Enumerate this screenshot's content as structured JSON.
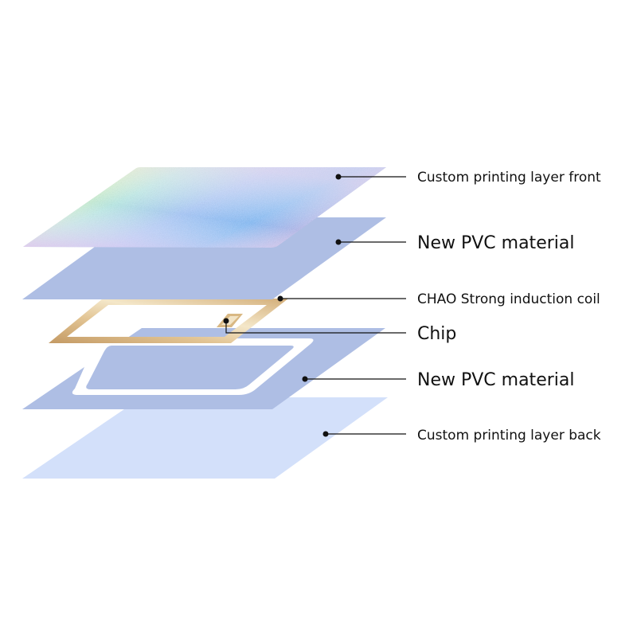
{
  "diagram": {
    "title": "",
    "colors": {
      "pvc": "#AEBEE4",
      "back": "#D3E0FA",
      "coil_light": "#F1E1BE",
      "coil_dark": "#C49A64",
      "leader": "#111111",
      "text": "#111111"
    },
    "layers": [
      {
        "id": "front",
        "label": "Custom printing layer front"
      },
      {
        "id": "pvc_top",
        "label": "New PVC material"
      },
      {
        "id": "coil",
        "label": "CHAO Strong induction coil"
      },
      {
        "id": "chip",
        "label": "Chip"
      },
      {
        "id": "pvc_bottom",
        "label": "New PVC material"
      },
      {
        "id": "back",
        "label": "Custom printing layer back"
      }
    ]
  }
}
